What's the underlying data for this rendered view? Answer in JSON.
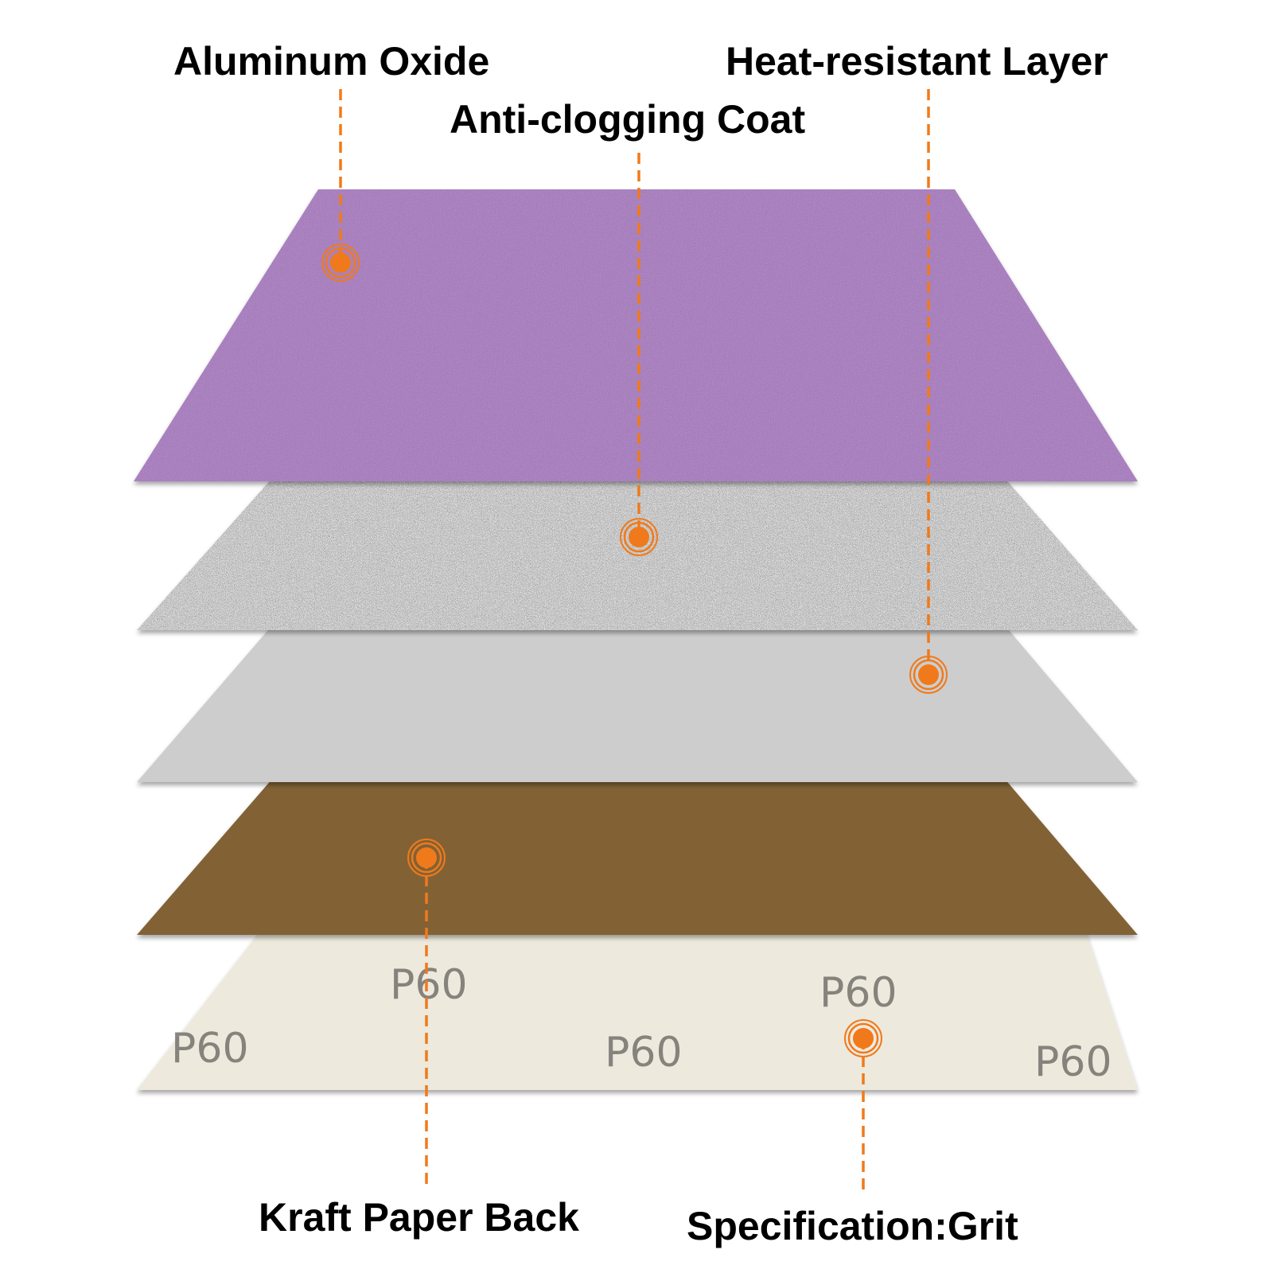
{
  "colors": {
    "accent": "#f07a1b",
    "aluminum_oxide_layer": "#a87fbe",
    "anti_clogging_layer": "#8c8c8c",
    "heat_resistant_layer": "#cdcdcd",
    "kraft_paper_layer": "#826234",
    "backing_paper": "#ede9dd",
    "label_text": "#000000"
  },
  "layers": [
    {
      "id": "aluminum-oxide",
      "texture": "fine-grain"
    },
    {
      "id": "anti-clogging-coat",
      "texture": "coarse-speckle"
    },
    {
      "id": "heat-resistant-layer",
      "texture": "flat"
    },
    {
      "id": "kraft-paper-back",
      "texture": "flat"
    },
    {
      "id": "backing-print",
      "texture": "paper"
    }
  ],
  "callouts": {
    "aluminum_oxide": "Aluminum Oxide",
    "anti_clogging_coat": "Anti-clogging Coat",
    "heat_resistant_layer": "Heat-resistant Layer",
    "kraft_paper_back": "Kraft Paper Back",
    "specification_grit": "Specification:Grit"
  },
  "grit_marks": [
    "P60",
    "P60",
    "P60",
    "P60",
    "P60"
  ]
}
